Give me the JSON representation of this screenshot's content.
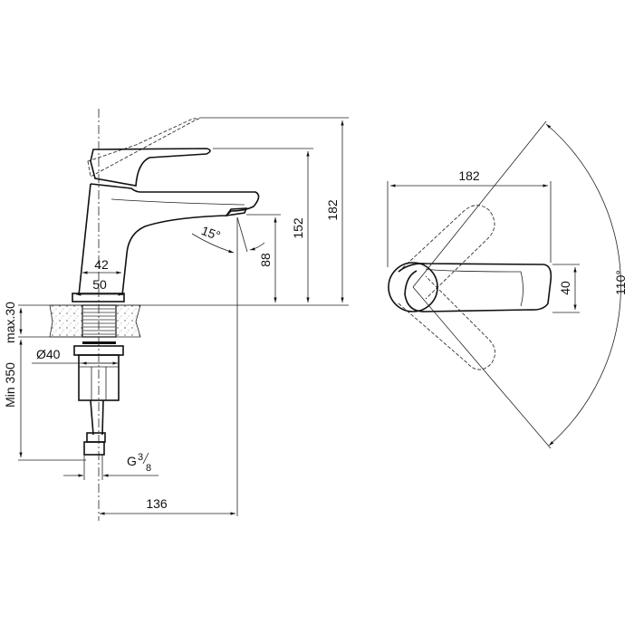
{
  "side_view": {
    "dim_total_height": "182",
    "dim_handle_height": "152",
    "dim_spout_height": "88",
    "dim_spout_angle": "15°",
    "dim_body_top_width": "42",
    "dim_body_base_width": "50",
    "dim_max_counter": "max.30",
    "dim_min_depth": "Min 350",
    "dim_hole_diameter": "Ø40",
    "dim_connection_g": "G",
    "dim_connection_num": "3",
    "dim_connection_den": "8",
    "dim_spout_reach": "136"
  },
  "top_view": {
    "dim_lever_length": "182",
    "dim_lever_width": "40",
    "dim_rotation_angle": "110°"
  }
}
